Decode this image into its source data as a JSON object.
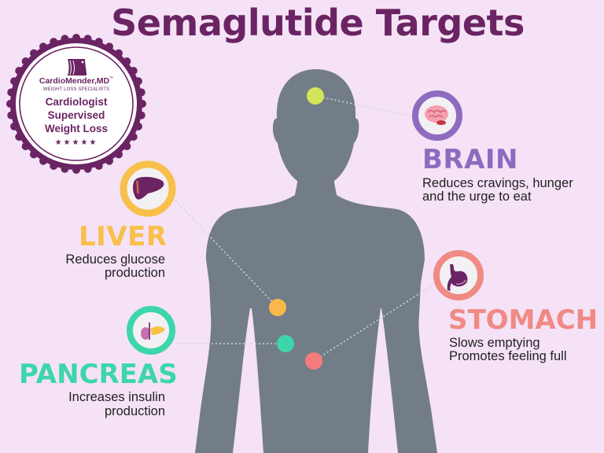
{
  "header": {
    "title": "Semaglutide Targets"
  },
  "badge": {
    "brand": "CardioMender,MD",
    "trademark": "™",
    "tagline": "WEIGHT LOSS SPECIALISTS",
    "line1": "Cardiologist",
    "line2": "Supervised",
    "line3": "Weight Loss",
    "stars": "★★★★★",
    "color": "#6b2463"
  },
  "targets": [
    {
      "id": "brain",
      "title": "BRAIN",
      "desc1": "Reduces cravings, hunger",
      "desc2": "and the urge to eat",
      "color": "#8e6bbf",
      "dot_color": "#d4e45a",
      "icon": "brain-icon"
    },
    {
      "id": "liver",
      "title": "LIVER",
      "desc1": "Reduces glucose",
      "desc2": "production",
      "color": "#f9bf4b",
      "dot_color": "#fbb84a",
      "icon": "liver-icon"
    },
    {
      "id": "stomach",
      "title": "STOMACH",
      "desc1": "Slows emptying",
      "desc2": "Promotes feeling full",
      "color": "#f08a84",
      "dot_color": "#f47c7c",
      "icon": "stomach-icon"
    },
    {
      "id": "pancreas",
      "title": "PANCREAS",
      "desc1": "Increases insulin",
      "desc2": "production",
      "color": "#3dd6ab",
      "dot_color": "#3dd6ab",
      "icon": "pancreas-icon"
    }
  ],
  "colors": {
    "background": "#f5e2f6",
    "silhouette": "#737d87",
    "title": "#6b2463"
  }
}
